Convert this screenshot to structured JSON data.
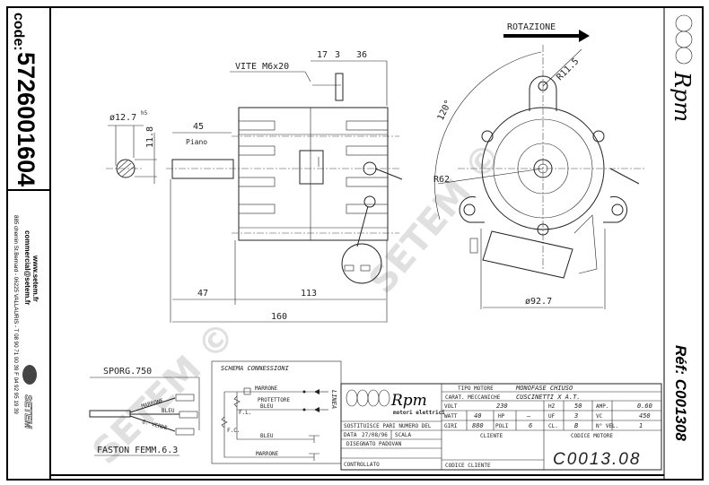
{
  "left_strip": {
    "code_label": "code:",
    "code": "5726001604",
    "website": "www.setem.fr",
    "email": "commercial@setem.fr",
    "address": "885 chemin St.Bernard  -  06225 VALLAURIS  -  T 08 90 71 00 39  F 04 92 95 19 39",
    "brand": "SETEM"
  },
  "right_strip": {
    "brand": "Rpm",
    "ref": "Réf: C001308"
  },
  "side_view": {
    "screw": "VITE M6x20",
    "dim_17": "17",
    "dim_3": "3",
    "dim_36": "36",
    "shaft_dia": "ø12.7",
    "shaft_tol": "h5",
    "dim_11_8": "11.8",
    "dim_45": "45",
    "flat_label": "Piano",
    "dim_47": "47",
    "dim_113": "113",
    "dim_160": "160"
  },
  "front_view": {
    "rotation": "ROTAZIONE",
    "angle": "120°",
    "radius_small": "R11.5",
    "radius_large": "R62",
    "diameter": "ø92.7"
  },
  "cable": {
    "length": "SPORG.750",
    "wire1": "MARRONE",
    "wire2": "BLEU",
    "wire3": "G. VERDE",
    "connector": "FASTON FEMM.6.3"
  },
  "schema": {
    "title": "SCHEMA CONNESSIONI",
    "marrone": "MARRONE",
    "protettore": "PROTETTORE",
    "bleu": "BLEU",
    "fl": "F.L.",
    "fc": "F.C.",
    "bleu2": "BLEU",
    "marrone2": "MARRONE",
    "linea": "LINEA"
  },
  "title_block": {
    "logo": "Rpm",
    "logo_sub": "motori elettrici",
    "replaces": "SOSTITUISCE PARI NUMERO DEL",
    "date_label": "DATA",
    "date": "27/08/96",
    "scale_label": "SCALA",
    "drawn_label": "DISEGNATO",
    "drawn_by": "PADOVAN",
    "checked_label": "CONTROLLATO",
    "motor_type_label": "TIPO MOTORE",
    "motor_type": "MONOFASE CHIUSO",
    "mech_label": "CARAT. MECCANICHE",
    "mech": "CUSCINETTI X A.T.",
    "volt_label": "VOLT",
    "volt": "230",
    "hz_label": "HZ",
    "hz": "50",
    "amp_label": "AMP.",
    "amp": "0.60",
    "watt_label": "WATT",
    "watt": "40",
    "hp_label": "HP",
    "hp": "—",
    "uf_label": "UF",
    "uf": "3",
    "vc_label": "VC",
    "vc": "450",
    "rpm_label": "GIRI",
    "rpm": "880",
    "poles_label": "POLI",
    "poles": "6",
    "class_label": "CL.",
    "class": "B",
    "speeds_label": "N° VEL.",
    "speeds": "1",
    "client_label": "CLIENTE",
    "client_code_label": "CODICE CLIENTE",
    "motor_code_label": "CODICE MOTORE",
    "motor_code": "C0013.08"
  },
  "watermark": "SETEM ©"
}
